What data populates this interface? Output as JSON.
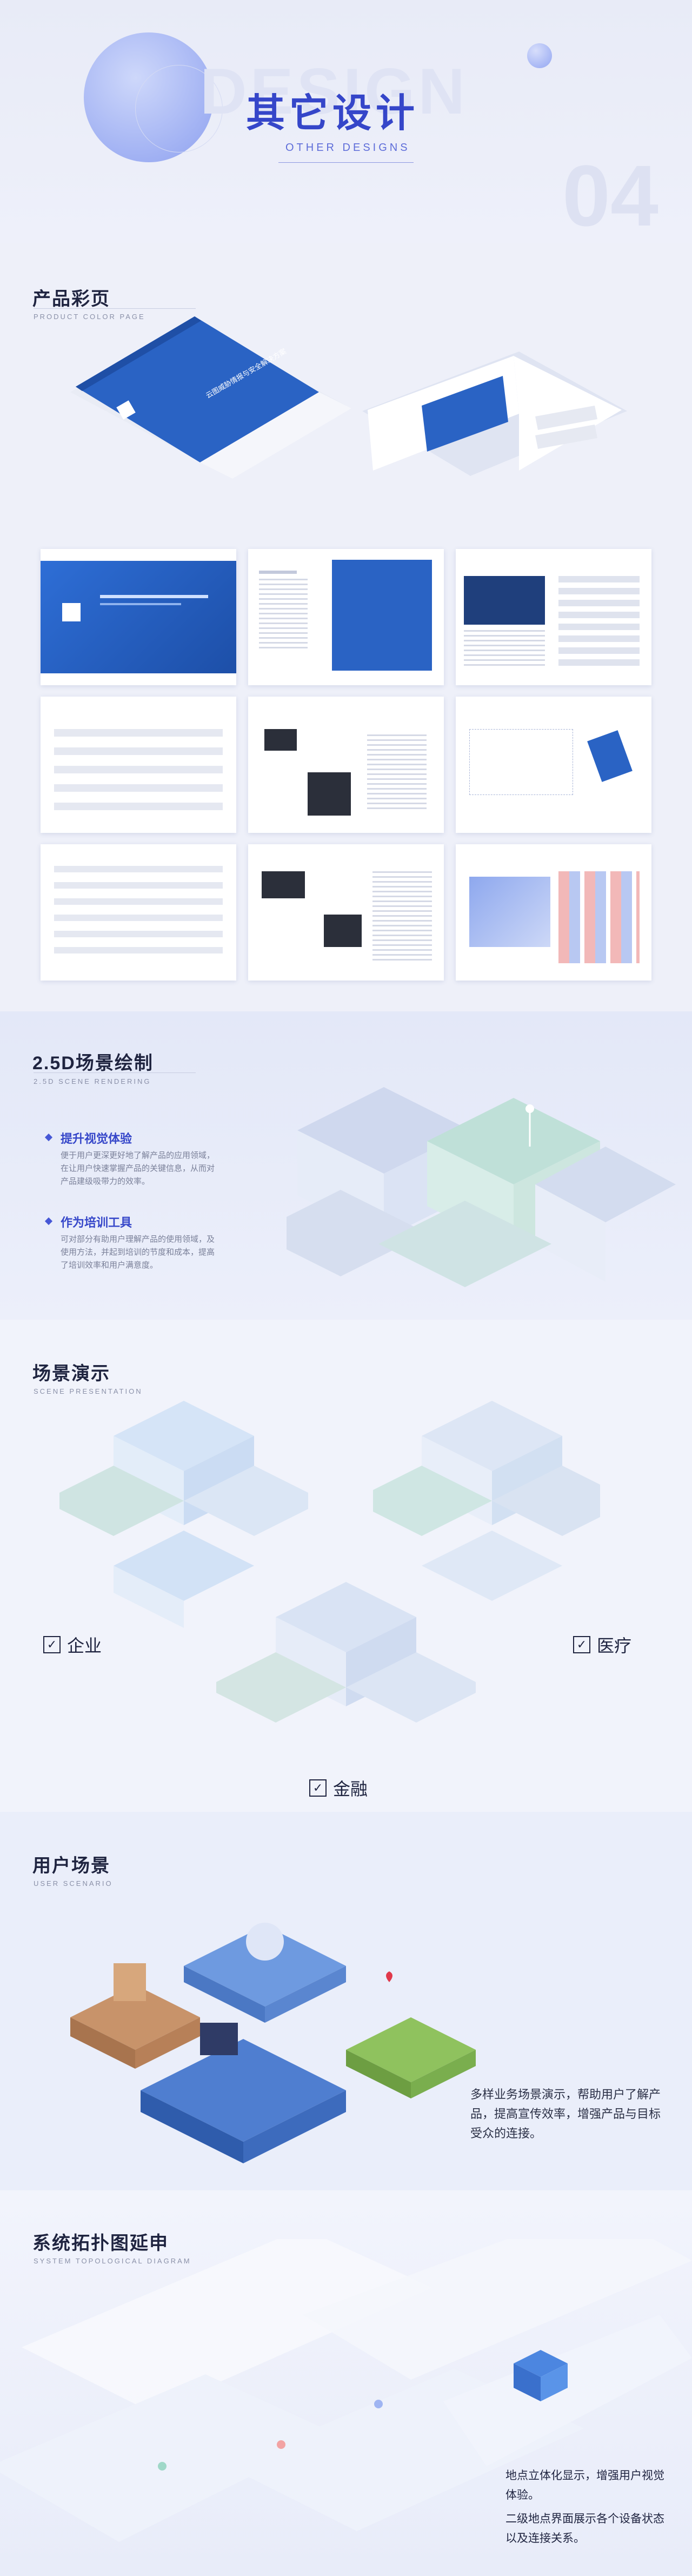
{
  "hero": {
    "title": "其它设计",
    "subtitle": "OTHER DESIGNS",
    "ghost_text": "DESIGN",
    "number": "04"
  },
  "brochure": {
    "title": "产品彩页",
    "subtitle": "PRODUCT COLOR PAGE",
    "cover_text": "云图威胁情报与安全解决方案"
  },
  "scene25": {
    "title": "2.5D场景绘制",
    "subtitle": "2.5D SCENE RENDERING",
    "items": [
      {
        "heading": "提升视觉体验",
        "text": "便于用户更深更好地了解产品的应用领域，在让用户快速掌握产品的关键信息，从而对产品建级吸带力的效率。"
      },
      {
        "heading": "作为培训工具",
        "text": "可对部分有助用户理解产品的使用领域，及使用方法，并起到培训的节度和成本，提高了培训效率和用户满意度。"
      }
    ]
  },
  "scenePres": {
    "title": "场景演示",
    "subtitle": "SCENE PRESENTATION",
    "labels": {
      "enterprise": "企业",
      "medical": "医疗",
      "finance": "金融"
    }
  },
  "userScene": {
    "title": "用户场景",
    "subtitle": "USER SCENARIO",
    "text": "多样业务场景演示，帮助用户了解产品，提高宣传效率，增强产品与目标受众的连接。"
  },
  "topo": {
    "title": "系统拓扑图延申",
    "subtitle": "SYSTEM TOPOLOGICAL DIAGRAM",
    "text1": "地点立体化显示，增强用户视觉体验。",
    "text2": "二级地点界面展示各个设备状态以及连接关系。"
  },
  "colors": {
    "primary": "#3546c9",
    "brochure_blue": "#2a63c4",
    "scene_teal": "#a8d8d6"
  }
}
